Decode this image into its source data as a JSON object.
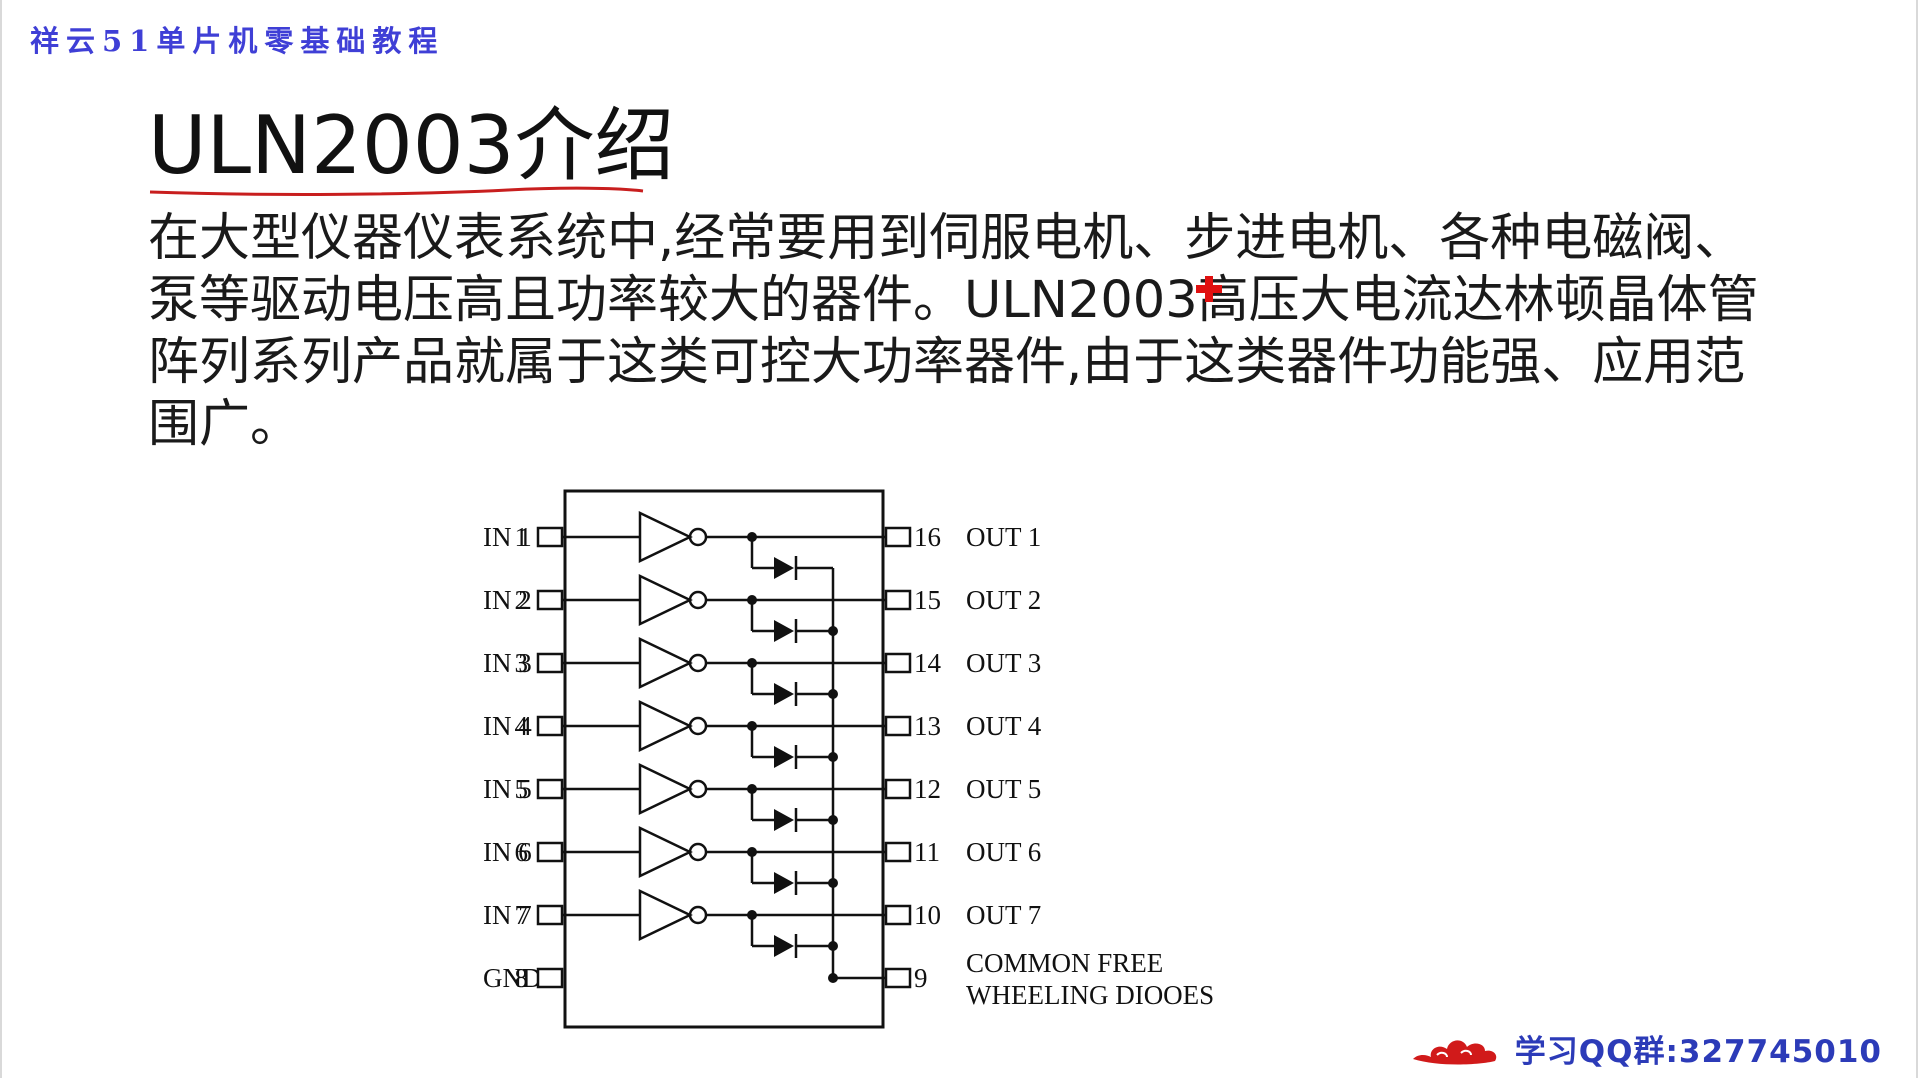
{
  "header": {
    "course_title": "祥云51单片机零基础教程"
  },
  "slide": {
    "title": "ULN2003介绍",
    "paragraph": "在大型仪器仪表系统中,经常要用到伺服电机、步进电机、各种电磁阀、泵等驱动电压高且功率较大的器件。ULN2003高压大电流达林顿晶体管阵列系列产品就属于这类可控大功率器件,由于这类器件功能强、应用范围广。"
  },
  "diagram": {
    "inputs": [
      "IN 1",
      "IN 2",
      "IN 3",
      "IN 4",
      "IN 5",
      "IN 6",
      "IN 7",
      "GND"
    ],
    "left_pins": [
      "1",
      "2",
      "3",
      "4",
      "5",
      "6",
      "7",
      "8"
    ],
    "right_pins": [
      "16",
      "15",
      "14",
      "13",
      "12",
      "11",
      "10",
      "9"
    ],
    "outputs": [
      "OUT 1",
      "OUT 2",
      "OUT 3",
      "OUT 4",
      "OUT 5",
      "OUT 6",
      "OUT 7"
    ],
    "common_label_line1": "COMMON FREE",
    "common_label_line2": "WHEELING DIOOES"
  },
  "footer": {
    "qq_group": "学习QQ群:327745010",
    "logo_icon": "red-cloud-icon"
  },
  "colors": {
    "header_blue": "#3f3fd6",
    "footer_blue": "#2c3bb8",
    "underline_red": "#c81e1e"
  }
}
